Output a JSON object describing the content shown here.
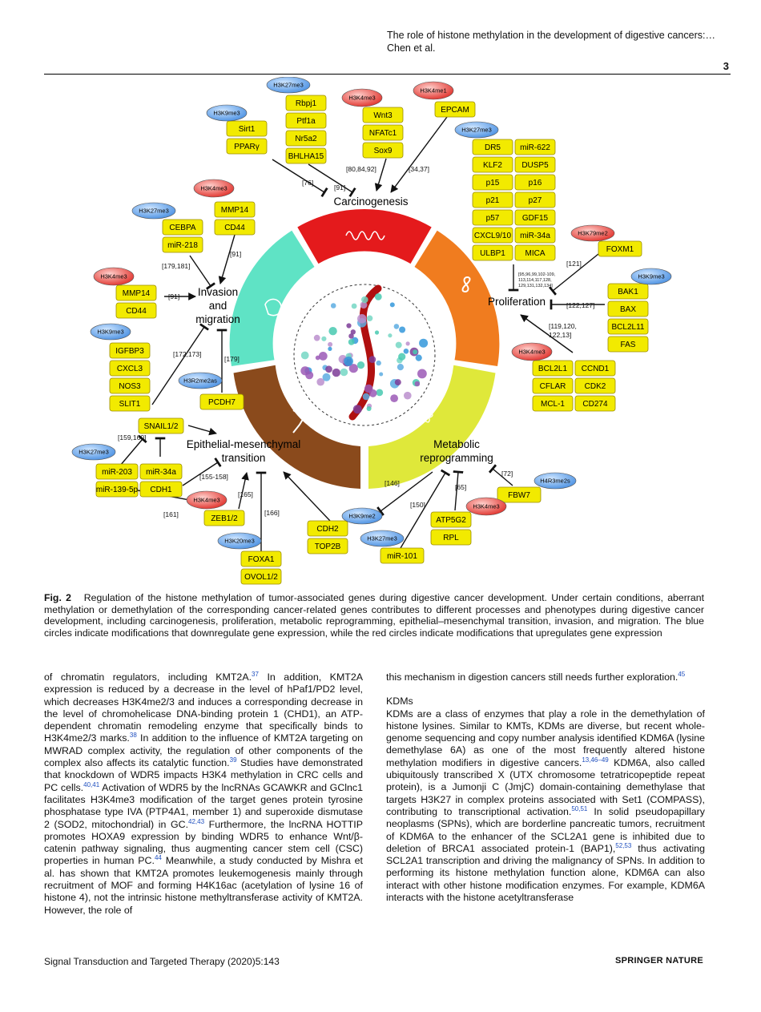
{
  "header": {
    "title_line1": "The role of histone methylation in the development of digestive cancers:…",
    "title_line2": "Chen et al.",
    "page_number": "3"
  },
  "colors": {
    "box_fill": "#f2ea00",
    "box_stroke": "#9a8c00",
    "blue_mark": "#4a90e2",
    "red_mark": "#e0302a",
    "ring_carcinogenesis": "#e41a1c",
    "ring_proliferation": "#f07c1f",
    "ring_metabolic": "#dfe83a",
    "ring_emt": "#8a4a1c",
    "ring_invasion": "#5fe3c5"
  },
  "processes": {
    "carcinogenesis": "Carcinogenesis",
    "proliferation": "Proliferation",
    "metabolic_1": "Metabolic",
    "metabolic_2": "reprogramming",
    "emt_1": "Epithelial-mesenchymal",
    "emt_2": "transition",
    "invasion_1": "Invasion",
    "invasion_2": "and",
    "invasion_3": "migration"
  },
  "marks": {
    "h3k9me3_a": "H3K9me3",
    "h3k27me3_a": "H3K27me3",
    "h3k4me3_a": "H3K4me3",
    "h3k4me1": "H3K4me1",
    "h3k27me3_b": "H3K27me3",
    "h3k79me2": "H3K79me2",
    "h3k9me3_b": "H3K9me3",
    "h3k4me3_b": "H3K4me3",
    "h3k27me3_c": "H3K27me3",
    "h3k4me3_c": "H3K4me3",
    "h3k4me3_d": "H3K4me3",
    "h3k9me3_c": "H3K9me3",
    "h3r2me2as": "H3R2me2as",
    "h3k27me3_d": "H3K27me3",
    "h3k4me3_e": "H3K4me3",
    "h3k20me3": "H3K20me3",
    "h3k9me2": "H3K9me2",
    "h3k27me3_e": "H3K27me3",
    "h3k4me3_f": "H3K4me3",
    "h4r3me2s": "H4R3me2s"
  },
  "genes": {
    "sirt1": "Sirt1",
    "pparg": "PPARγ",
    "rbpj1": "Rbpj1",
    "ptf1a": "Ptf1a",
    "nr5a2": "Nr5a2",
    "bhlha15": "BHLHA15",
    "wnt3": "Wnt3",
    "nfatc1": "NFATc1",
    "sox9": "Sox9",
    "epcam": "EPCAM",
    "dr5": "DR5",
    "mir622": "miR-622",
    "klf2": "KLF2",
    "dusp5": "DUSP5",
    "p15": "p15",
    "p16": "p16",
    "p21": "p21",
    "p27": "p27",
    "p57": "p57",
    "gdf15": "GDF15",
    "cxcl910": "CXCL9/10",
    "mir34a_p": "miR-34a",
    "ulbp1": "ULBP1",
    "mica": "MICA",
    "foxm1": "FOXM1",
    "bak1": "BAK1",
    "bax": "BAX",
    "bcl2l11": "BCL2L11",
    "fas": "FAS",
    "bcl2l1": "BCL2L1",
    "ccnd1": "CCND1",
    "cflar": "CFLAR",
    "cdk2": "CDK2",
    "mcl1": "MCL-1",
    "cd274": "CD274",
    "fbw7": "FBW7",
    "atp5g2": "ATP5G2",
    "rpl": "RPL",
    "mir101": "miR-101",
    "cdh2": "CDH2",
    "top2b": "TOP2B",
    "foxa1": "FOXA1",
    "ovol12": "OVOL1/2",
    "zeb12": "ZEB1/2",
    "snail12": "SNAIL1/2",
    "mir203": "miR-203",
    "mir34a_e": "miR-34a",
    "mir1395p": "miR-139-5p",
    "cdh1": "CDH1",
    "pcdh7": "PCDH7",
    "igfbp3": "IGFBP3",
    "cxcl3": "CXCL3",
    "nos3": "NOS3",
    "slit1": "SLIT1",
    "mmp14_a": "MMP14",
    "cd44_a": "CD44",
    "cebpa": "CEBPA",
    "mir218": "miR-218",
    "mmp14_b": "MMP14",
    "cd44_b": "CD44"
  },
  "refs": {
    "r76": "[76]",
    "r91a": "[91]",
    "r808492": "[80,84,92]",
    "r3437": "[34,37]",
    "rprolif_1": "[95,96,99,102-109,",
    "rprolif_2": "113,114,117,128,",
    "rprolif_3": "129,131,132,134]",
    "r121": "[121]",
    "r122127": "[122,127]",
    "r119_1": "[119,120,",
    "r119_2": "122,13]",
    "r72": "[72]",
    "r65": "[65]",
    "r150": "[150]",
    "r146": "[146]",
    "r166": "[166]",
    "r165": "[165]",
    "r155158": "[155-158]",
    "r161": "[161]",
    "r159160": "[159,160]",
    "r179": "[179]",
    "r172173": "[172,173]",
    "r91b": "[91]",
    "r91c": "[91]",
    "r179181": "[179,181]"
  },
  "caption": {
    "label": "Fig. 2",
    "text": "Regulation of the histone methylation of tumor-associated genes during digestive cancer development. Under certain conditions, aberrant methylation or demethylation of the corresponding cancer-related genes contributes to different processes and phenotypes during digestive cancer development, including carcinogenesis, proliferation, metabolic reprogramming, epithelial–mesenchymal transition, invasion, and migration. The blue circles indicate modifications that downregulate gene expression, while the red circles indicate modifications that upregulates gene expression"
  },
  "left_column": {
    "t1": "of chromatin regulators, including KMT2A.",
    "s1": "37",
    "t2": " In addition, KMT2A expression is reduced by a decrease in the level of hPaf1/PD2 level, which decreases H3K4me2/3 and induces a corresponding decrease in the level of chromohelicase DNA-binding protein 1 (CHD1), an ATP-dependent chromatin remodeling enzyme that specifically binds to H3K4me2/3 marks.",
    "s2": "38",
    "t3": " In addition to the influence of KMT2A targeting on MWRAD complex activity, the regulation of other components of the complex also affects its catalytic function.",
    "s3": "39",
    "t4": " Studies have demonstrated that knockdown of WDR5 impacts H3K4 methylation in CRC cells and PC cells.",
    "s4": "40,41",
    "t5": " Activation of WDR5 by the lncRNAs GCAWKR and GClnc1 facilitates H3K4me3 modification of the target genes protein tyrosine phosphatase type IVA (PTP4A1, member 1) and superoxide dismutase 2 (SOD2, mitochondrial) in GC.",
    "s5": "42,43",
    "t6": " Furthermore, the lncRNA HOTTIP promotes HOXA9 expression by binding WDR5 to enhance Wnt/β-catenin pathway signaling, thus augmenting cancer stem cell (CSC) properties in human PC.",
    "s6": "44",
    "t7": " Meanwhile, a study conducted by Mishra et al. has shown that KMT2A promotes leukemogenesis mainly through recruitment of MOF and forming H4K16ac (acetylation of lysine 16 of histone 4), not the intrinsic histone methyltransferase activity of KMT2A. However, the role of"
  },
  "right_column": {
    "p1": "this mechanism in digestion cancers still needs further exploration.",
    "p1s": "45",
    "heading": "KDMs",
    "t1": "KDMs are a class of enzymes that play a role in the demethylation of histone lysines. Similar to KMTs, KDMs are diverse, but recent whole-genome sequencing and copy number analysis identified KDM6A (lysine demethylase 6A) as one of the most frequently altered histone methylation modifiers in digestive cancers.",
    "s1": "13,46–49",
    "t2": " KDM6A, also called ubiquitously transcribed X (UTX chromosome tetratricopeptide repeat protein), is a Jumonji C (JmjC) domain-containing demethylase that targets H3K27 in complex proteins associated with Set1 (COMPASS), contributing to transcriptional activation.",
    "s2": "50,51",
    "t3": " In solid pseudopapillary neoplasms (SPNs), which are borderline pancreatic tumors, recruitment of KDM6A to the enhancer of the SCL2A1 gene is inhibited due to deletion of BRCA1 associated protein-1 (BAP1),",
    "s3": "52,53",
    "t4": " thus activating SCL2A1 transcription and driving the malignancy of SPNs. In addition to performing its histone methylation function alone, KDM6A can also interact with other histone modification enzymes. For example, KDM6A interacts with the histone acetyltransferase"
  },
  "footer": {
    "journal": "Signal Transduction and Targeted Therapy (2020)5:143",
    "brand": "SPRINGER NATURE"
  }
}
